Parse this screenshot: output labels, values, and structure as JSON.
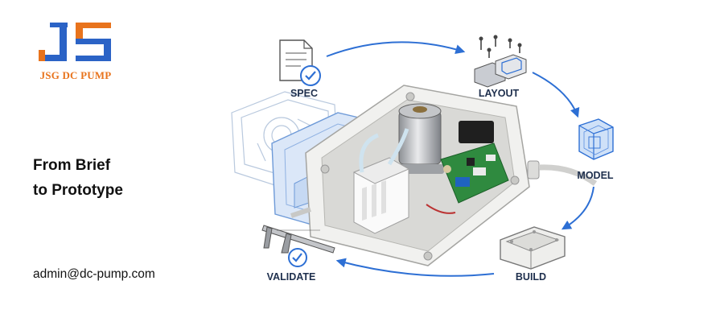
{
  "brand": {
    "logo_text": "JS",
    "name": "JSG DC PUMP",
    "colors": {
      "blue": "#2b63c6",
      "orange": "#e8731c"
    }
  },
  "headline": {
    "line1": "From Brief",
    "line2": "to Prototype"
  },
  "contact": {
    "email": "admin@dc-pump.com"
  },
  "process": {
    "steps": [
      {
        "label": "SPEC",
        "icon": "document-check-icon"
      },
      {
        "label": "LAYOUT",
        "icon": "parts-screws-icon"
      },
      {
        "label": "MODEL",
        "icon": "wireframe-cube-icon"
      },
      {
        "label": "BUILD",
        "icon": "enclosure-box-icon"
      },
      {
        "label": "VALIDATE",
        "icon": "caliper-check-icon"
      }
    ],
    "arrow_color": "#2d6fd4"
  }
}
